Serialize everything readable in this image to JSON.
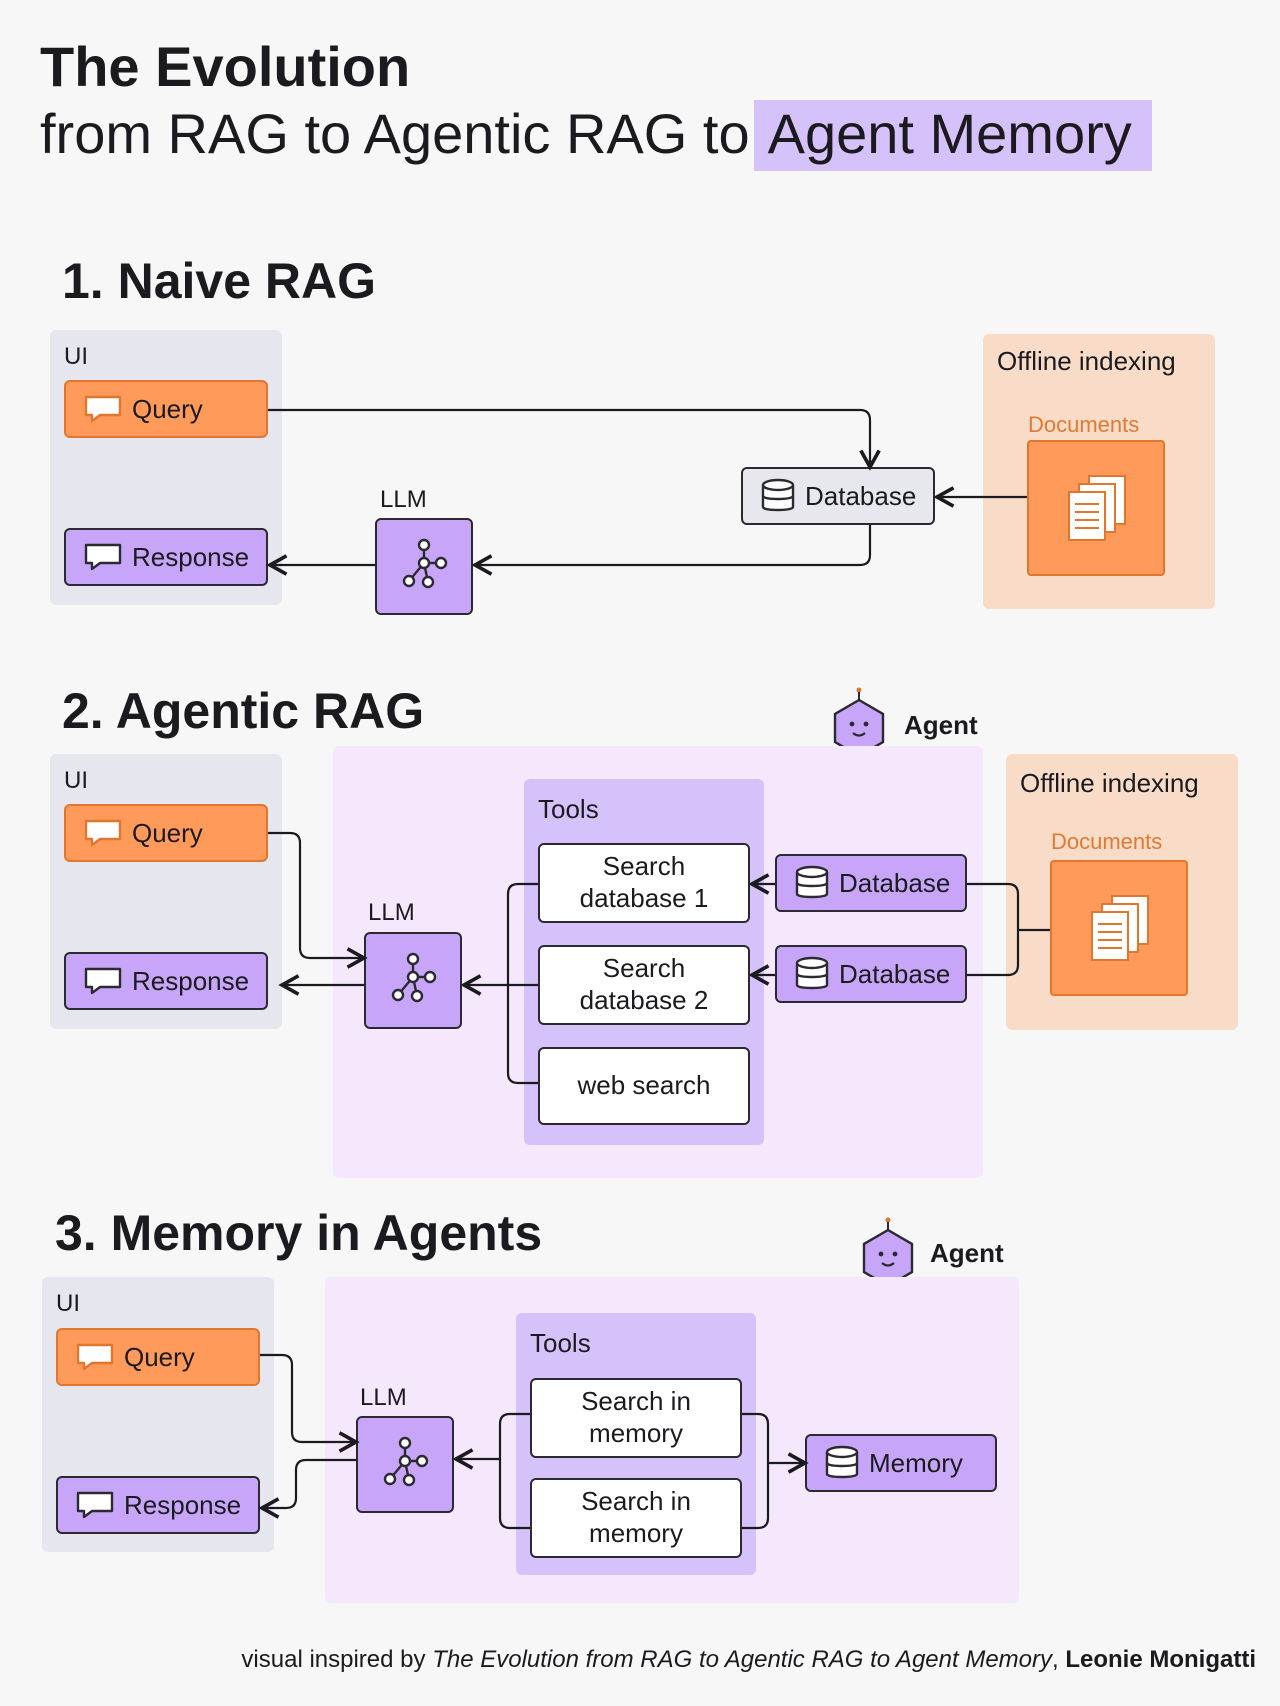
{
  "header": {
    "title": "The Evolution",
    "subtitle_prefix": "from RAG to Agentic RAG to",
    "subtitle_highlight": "Agent Memory"
  },
  "colors": {
    "orange": "#ff9a5a",
    "purple": "#c7a6fa",
    "highlight": "#d6c2fb",
    "offline_bg": "#f8dcc8",
    "agent_bg": "#f5e7fc",
    "ui_bg": "#e6e6ef"
  },
  "section1": {
    "title": "1. Naive RAG",
    "ui_label": "UI",
    "query": "Query",
    "response": "Response",
    "llm_label": "LLM",
    "database": "Database",
    "offline_title": "Offline indexing",
    "documents_label": "Documents"
  },
  "section2": {
    "title": "2. Agentic RAG",
    "agent_label": "Agent",
    "ui_label": "UI",
    "query": "Query",
    "response": "Response",
    "llm_label": "LLM",
    "tools_label": "Tools",
    "tool1": "Search database 1",
    "tool2": "Search database 2",
    "tool3": "web search",
    "database1": "Database",
    "database2": "Database",
    "offline_title": "Offline indexing",
    "documents_label": "Documents"
  },
  "section3": {
    "title": "3. Memory in Agents",
    "agent_label": "Agent",
    "ui_label": "UI",
    "query": "Query",
    "response": "Response",
    "llm_label": "LLM",
    "tools_label": "Tools",
    "tool1": "Search in memory",
    "tool2": "Search in memory",
    "memory": "Memory"
  },
  "footer": {
    "prefix": "visual inspired by ",
    "italic": "The Evolution from RAG to Agentic RAG to Agent Memory",
    "sep": ", ",
    "author": "Leonie Monigatti"
  },
  "icons": [
    "chat-bubble-icon",
    "database-icon",
    "network-icon",
    "documents-icon",
    "agent-robot-icon"
  ]
}
